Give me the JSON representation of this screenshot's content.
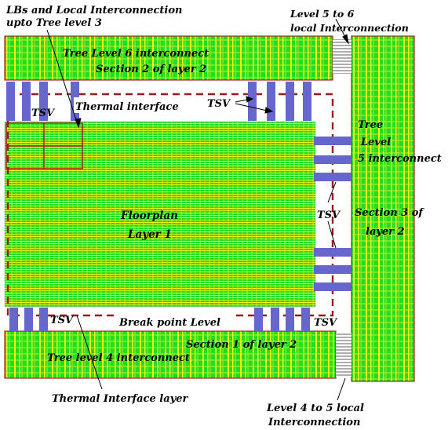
{
  "labels": {
    "lbs_line1": "LBs and Local Interconnection",
    "lbs_line2": "upto Tree level 3",
    "lvl56_line1": "Level 5 to 6",
    "lvl56_line2": "local Interconnection",
    "tree6": "Tree Level 6 interconnect",
    "section2": "Section 2 of   layer 2",
    "tsv_top_left": "TSV",
    "thermal_interface": "Thermal interface",
    "tsv_top_right": "TSV",
    "tree5_line1": "Tree",
    "tree5_line2": "Level",
    "tree5_line3": "5 interconnect",
    "floorplan_line1": "Floorplan",
    "floorplan_line2": "Layer 1",
    "tsv_right": "TSV",
    "section3_line1": "Section 3 of",
    "section3_line2": "layer 2",
    "tsv_bottom_left": "TSV",
    "breakpoint": "Break point Level",
    "tsv_bottom_right": "TSV",
    "section1": "Section 1 of layer 2",
    "tree4": "Tree level 4 interconnect",
    "thermal_layer": "Thermal Interface layer",
    "lvl45_line1": "Level 4 to 5 local",
    "lvl45_line2": "Interconnection"
  },
  "colors": {
    "green": "#22dd22",
    "yellow": "#f2f21a",
    "tsv_blue": "#6666cc",
    "outline_red": "#aa2222",
    "dashed_red": "#9b1b1b",
    "wire_gray": "#777777"
  }
}
